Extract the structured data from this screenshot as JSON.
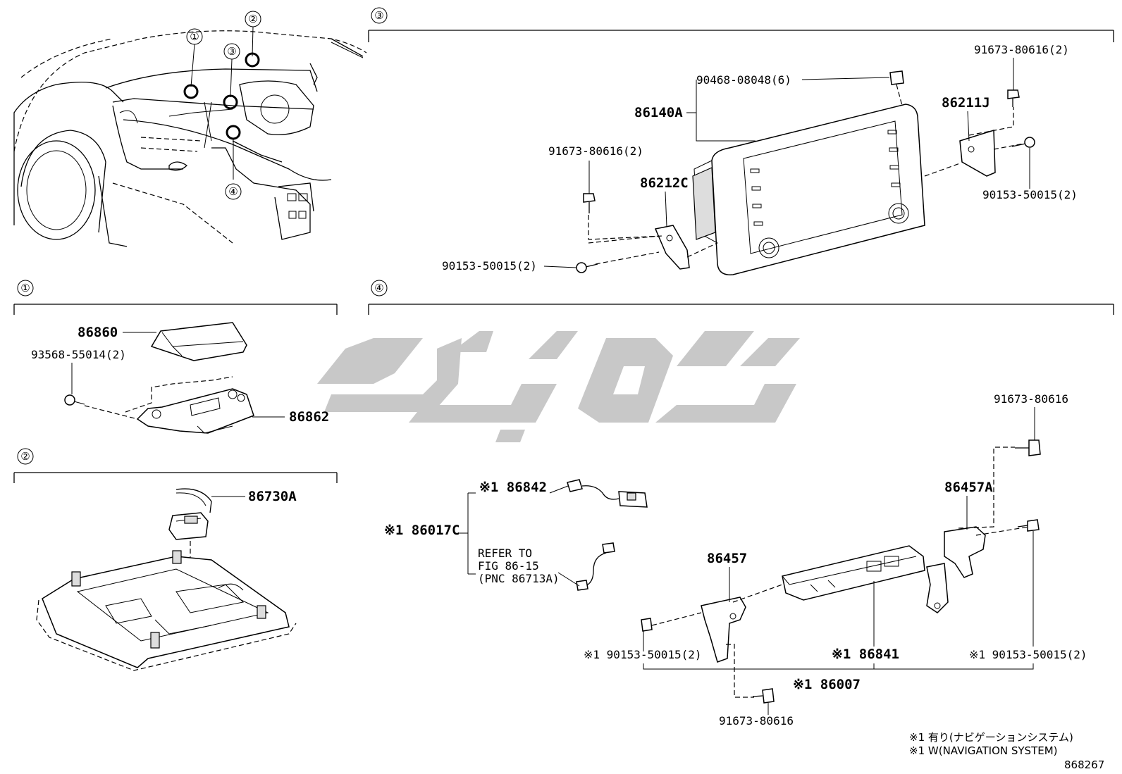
{
  "sections": {
    "s1": "①",
    "s2": "②",
    "s3": "③",
    "s4": "④"
  },
  "overview": {
    "c1": "①",
    "c2": "②",
    "c3": "③",
    "c4": "④"
  },
  "parts_s3": {
    "p86140A": "86140A",
    "p90468": "90468-08048(6)",
    "p91673_tr": "91673-80616(2)",
    "p86211J": "86211J",
    "p90153_r": "90153-50015(2)",
    "p91673_l": "91673-80616(2)",
    "p86212C": "86212C",
    "p90153_l": "90153-50015(2)"
  },
  "parts_s1": {
    "p86860": "86860",
    "p93568": "93568-55014(2)",
    "p86862": "86862"
  },
  "parts_s2": {
    "p86730A": "86730A"
  },
  "parts_s4": {
    "p86842": "※1 86842",
    "p86017C": "※1 86017C",
    "refer1": "REFER TO",
    "refer2": "FIG 86-15",
    "refer3": "(PNC 86713A)",
    "p91673_tr": "91673-80616",
    "p86457A": "86457A",
    "p86457": "86457",
    "p90153_l": "※1 90153-50015(2)",
    "p86841": "※1 86841",
    "p90153_r": "※1 90153-50015(2)",
    "p86007": "※1 86007",
    "p91673_b": "91673-80616"
  },
  "notes": {
    "n1": "※1 有り(ナビゲーションシステム)",
    "n2": "※1 W(NAVIGATION SYSTEM)",
    "fig": "868267"
  },
  "colors": {
    "line": "#000000",
    "watermark": "#c8c8c8",
    "background": "#ffffff"
  }
}
